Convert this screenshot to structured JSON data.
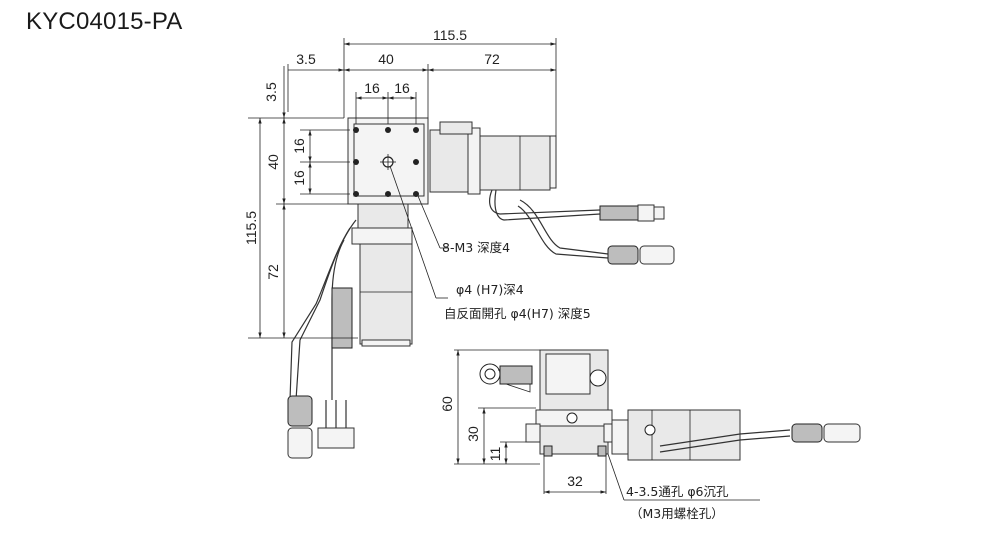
{
  "title": "KYC04015-PA",
  "top_view": {
    "dims": {
      "overall_width": "115.5",
      "offset_left": "3.5",
      "stage_width": "40",
      "motor_length": "72",
      "top_offset": "3.5",
      "pitch_x1": "16",
      "pitch_x2": "16",
      "pitch_y1": "16",
      "pitch_y2": "16",
      "stage_height": "40",
      "overall_height": "115.5",
      "motor_height": "72"
    },
    "notes": {
      "tapped_holes": "8-M3 深度4",
      "pin_hole": "φ4 (H7)深4",
      "pin_hole_back": "自反面開孔 φ4(H7) 深度5"
    }
  },
  "side_view": {
    "dims": {
      "total_height": "60",
      "table_height": "30",
      "base_height": "11",
      "hole_pitch": "32"
    },
    "notes": {
      "mount_holes": "4-3.5通孔 φ6沉孔",
      "mount_holes_sub": "（M3用螺栓孔）"
    }
  }
}
